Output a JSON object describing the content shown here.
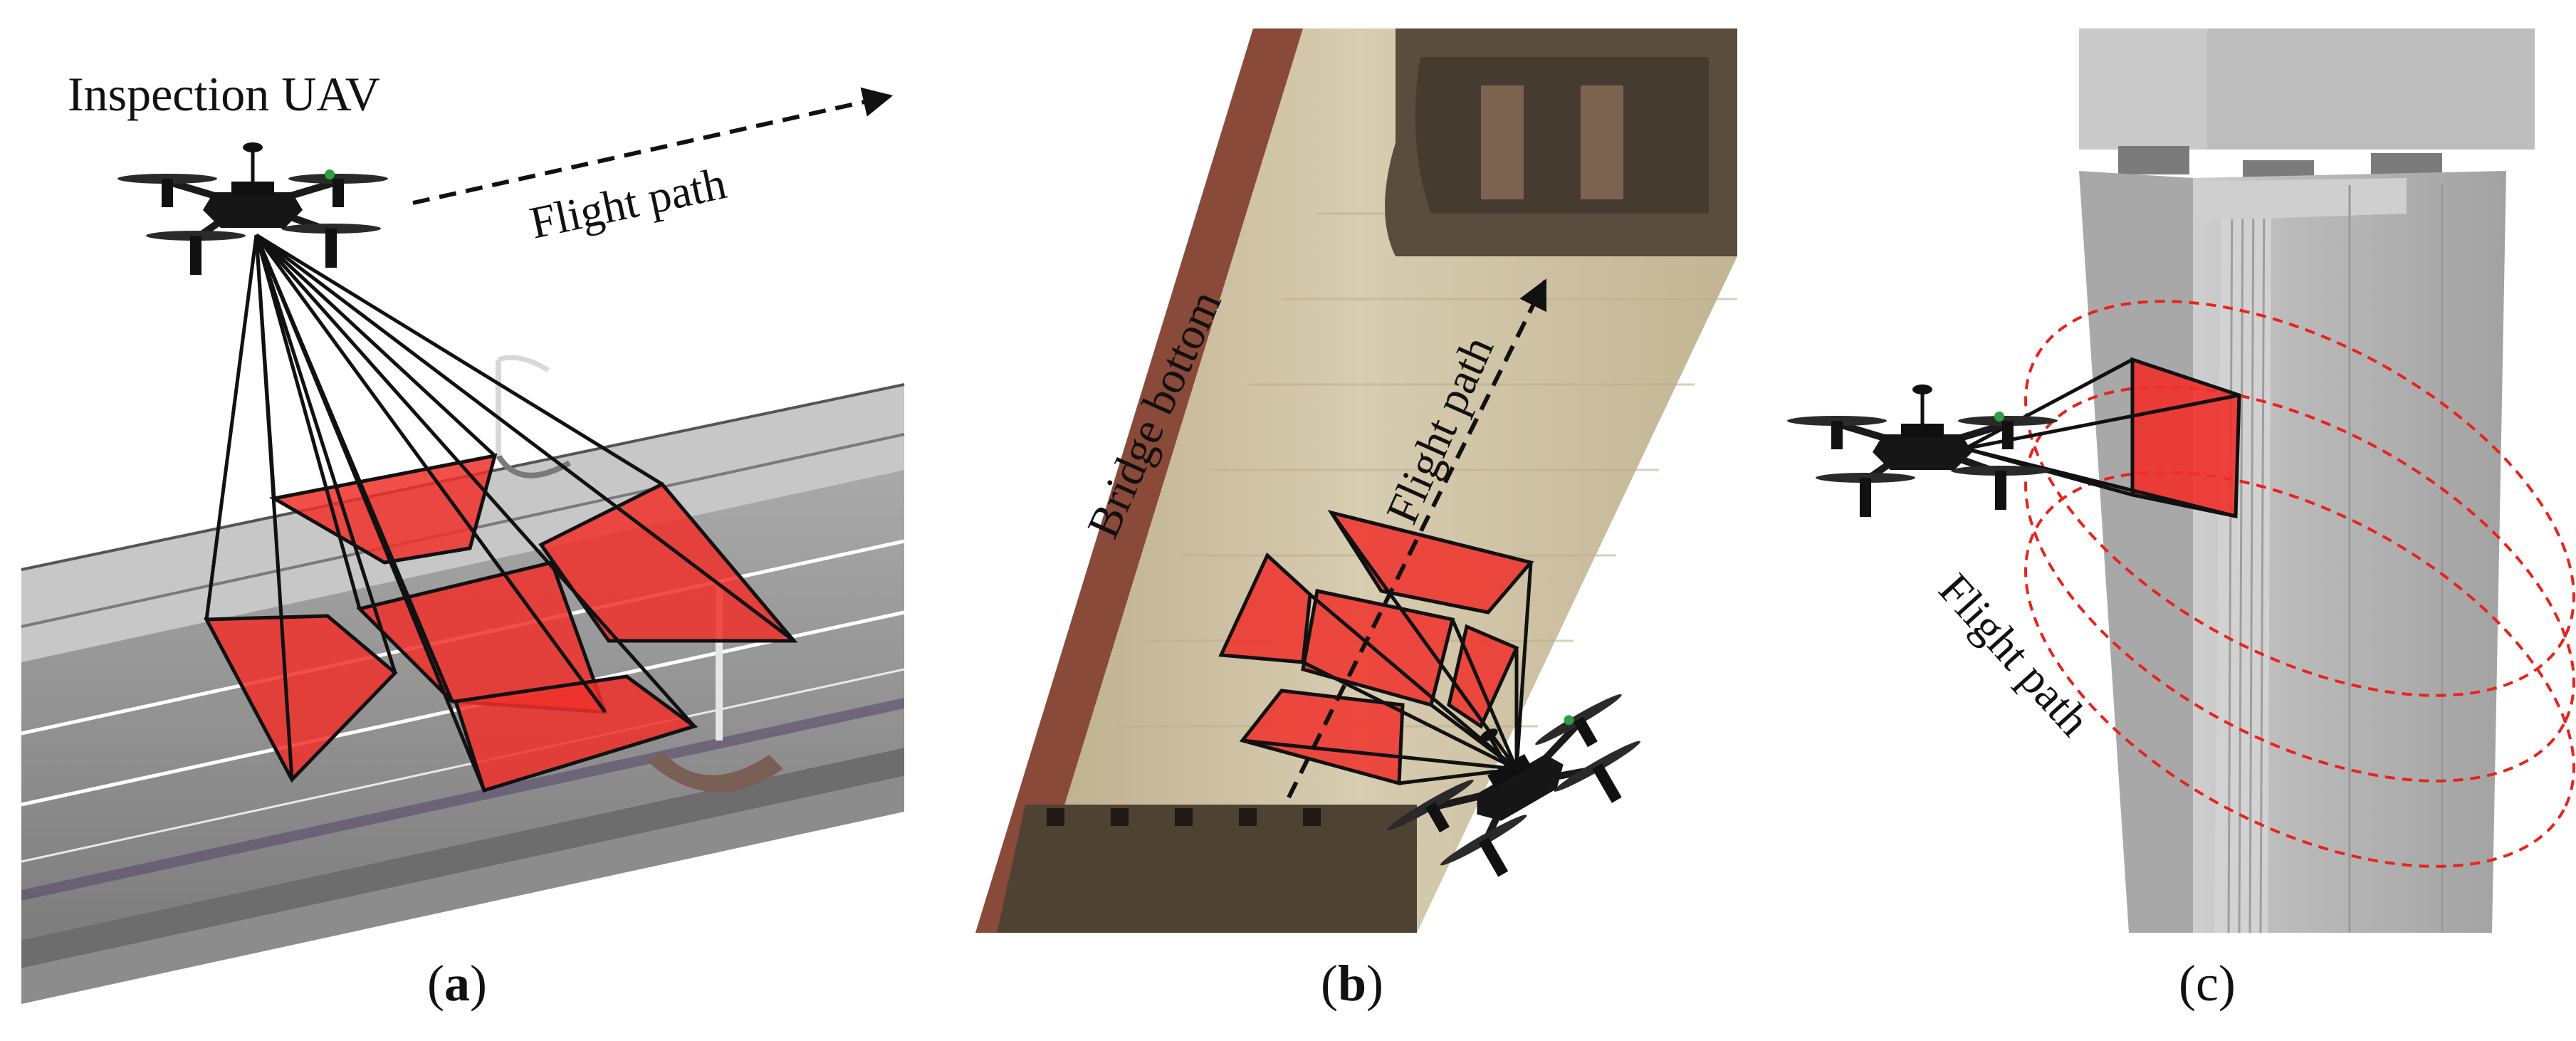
{
  "figure": {
    "panel_a": {
      "title": "Inspection UAV",
      "path_label": "Flight path",
      "caption_open": "(",
      "caption_letter": "a",
      "caption_close": ")"
    },
    "panel_b": {
      "side_label": "Bridge bottom",
      "path_label": "Flight path",
      "caption_open": "(",
      "caption_letter": "b",
      "caption_close": ")"
    },
    "panel_c": {
      "path_label": "Flight path",
      "caption": "(c)"
    }
  },
  "colors": {
    "footprint_fill": "#f0302a",
    "footprint_stroke": "#111111",
    "path_dash_red": "#e8231c",
    "deck_grey": "#9a9a9a",
    "pier_grey": "#bdbdbd",
    "bridge_bottom": "#cfc3a4",
    "bridge_edge": "#8a4a3a"
  },
  "icons": {
    "uav": "quadcopter-drone-icon"
  }
}
